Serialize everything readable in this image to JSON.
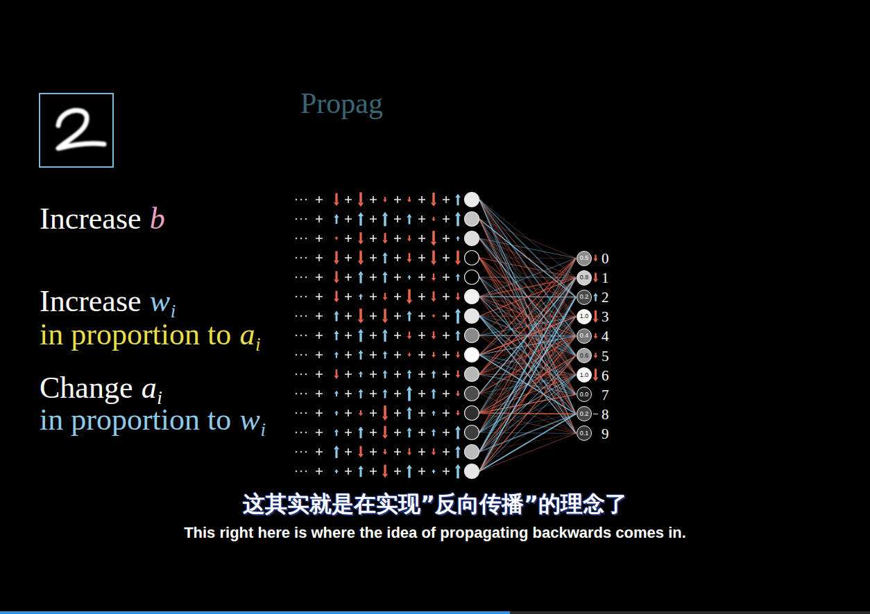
{
  "diagram": {
    "title": "Propag",
    "nodes": [
      {
        "text": [
          "0.5",
          "0"
        ]
      },
      {
        "text": [
          "0.8",
          "1"
        ]
      },
      {
        "text": [
          "0.2",
          "2"
        ]
      },
      {
        "text": [
          "1.0",
          "3"
        ]
      },
      {
        "text": [
          "0.4",
          "4"
        ]
      },
      {
        "text": [
          "0.6",
          "5"
        ]
      },
      {
        "text": [
          "1.0",
          "6"
        ]
      },
      {
        "text": [
          "0.0",
          "7"
        ]
      },
      {
        "text": [
          "0.2",
          "8"
        ]
      },
      {
        "text": [
          "0.1",
          "9"
        ]
      }
    ],
    "labels": [
      "Increase",
      "b",
      "Increase",
      "w",
      "i",
      "in proportion to",
      "a",
      "i",
      "Change",
      "a",
      "i",
      "in proportion to",
      "w",
      "i",
      "这其实就是在实现”反向传播”的理念了",
      "This right here is where the idea of propagating backwards comes in."
    ]
  }
}
